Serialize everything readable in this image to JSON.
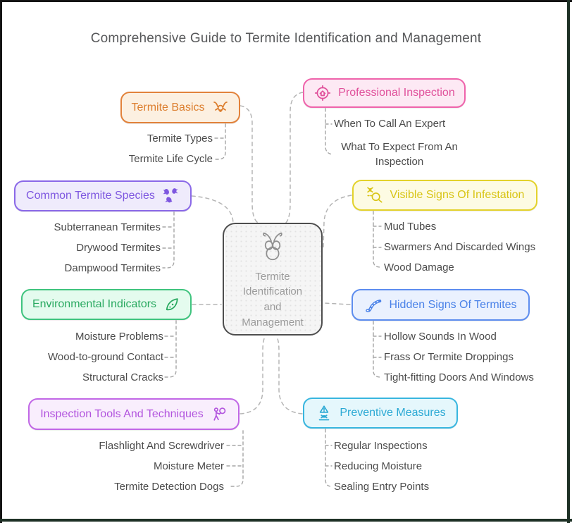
{
  "title": "Comprehensive Guide to Termite Identification and Management",
  "center": {
    "icon": "termite-outline-icon",
    "lines": [
      "Termite",
      "Identification",
      "and",
      "Management"
    ]
  },
  "branches": [
    {
      "id": "termite-basics",
      "label": "Termite Basics",
      "side": "left",
      "icon": "termite-head-icon",
      "colors": {
        "border": "#E2823B",
        "fill": "#FCF0E1",
        "text": "#DC7E2E"
      },
      "items": [
        "Termite Types",
        "Termite Life Cycle"
      ]
    },
    {
      "id": "common-termite-species",
      "label": "Common Termite Species",
      "side": "left",
      "icon": "termite-group-icon",
      "colors": {
        "border": "#8A68E8",
        "fill": "#EFEBFC",
        "text": "#7E57E0"
      },
      "items": [
        "Subterranean Termites",
        "Drywood Termites",
        "Dampwood Termites"
      ]
    },
    {
      "id": "environmental-indicators",
      "label": "Environmental Indicators",
      "side": "left",
      "icon": "leaf-icon",
      "colors": {
        "border": "#3FC47E",
        "fill": "#E4FBEE",
        "text": "#29A960"
      },
      "items": [
        "Moisture Problems",
        "Wood-to-ground Contact",
        "Structural Cracks"
      ]
    },
    {
      "id": "inspection-tools-and-techniques",
      "label": "Inspection Tools And Techniques",
      "side": "left",
      "icon": "inspector-magnifier-icon",
      "colors": {
        "border": "#C167E6",
        "fill": "#F9EEFD",
        "text": "#B254DE"
      },
      "items": [
        "Flashlight And Screwdriver",
        "Moisture Meter",
        "Termite Detection Dogs"
      ]
    },
    {
      "id": "professional-inspection",
      "label": "Professional Inspection",
      "side": "right",
      "icon": "house-target-icon",
      "colors": {
        "border": "#EF63AB",
        "fill": "#FDE9F4",
        "text": "#E0519B"
      },
      "items": [
        "When To Call An Expert",
        "What To Expect From An Inspection"
      ]
    },
    {
      "id": "visible-signs-of-infestation",
      "label": "Visible Signs Of Infestation",
      "side": "right",
      "icon": "bug-magnifier-icon",
      "colors": {
        "border": "#E3D22B",
        "fill": "#FDFBE3",
        "text": "#D8C414"
      },
      "items": [
        "Mud Tubes",
        "Swarmers And Discarded Wings",
        "Wood Damage"
      ]
    },
    {
      "id": "hidden-signs-of-termites",
      "label": "Hidden Signs Of Termites",
      "side": "right",
      "icon": "worm-icon",
      "colors": {
        "border": "#5D8DEF",
        "fill": "#EAF1FE",
        "text": "#4A82E8"
      },
      "items": [
        "Hollow Sounds In Wood",
        "Frass Or Termite Droppings",
        "Tight-fitting Doors And Windows"
      ]
    },
    {
      "id": "preventive-measures",
      "label": "Preventive Measures",
      "side": "right",
      "icon": "warning-bug-icon",
      "colors": {
        "border": "#38B6DF",
        "fill": "#E5F7FC",
        "text": "#2BA9D4"
      },
      "items": [
        "Regular Inspections",
        "Reducing Moisture",
        "Sealing Entry Points"
      ]
    }
  ]
}
